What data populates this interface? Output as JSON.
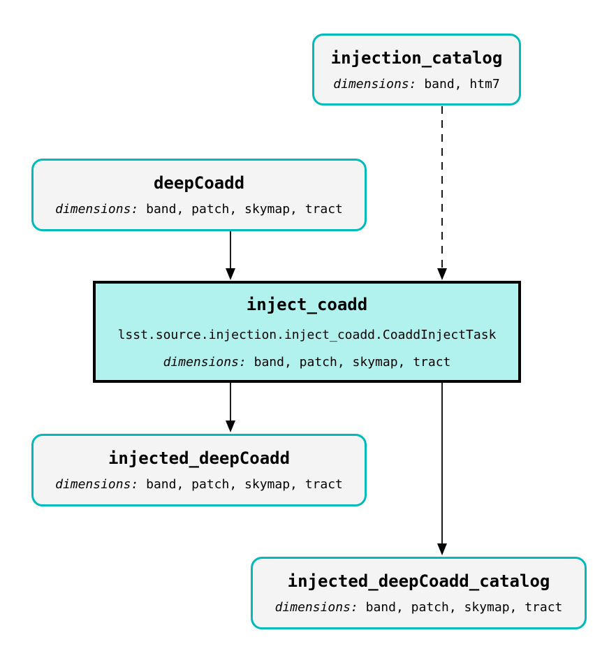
{
  "diagram": {
    "type": "pipeline-task-graph",
    "background": "#FFFFFF",
    "colors": {
      "dataset_border": "#00BABC",
      "dataset_fill": "#F4F4F4",
      "task_border": "#000000",
      "task_fill": "#B1F2EF",
      "edge": "#000000",
      "text": "#000000"
    },
    "nodes": {
      "injection_catalog": {
        "kind": "dataset",
        "title": "injection_catalog",
        "dimensions_label": "dimensions:",
        "dimensions_value": " band, htm7"
      },
      "deepCoadd": {
        "kind": "dataset",
        "title": "deepCoadd",
        "dimensions_label": "dimensions:",
        "dimensions_value": " band, patch, skymap, tract"
      },
      "inject_coadd": {
        "kind": "task",
        "title": "inject_coadd",
        "task_class": "lsst.source.injection.inject_coadd.CoaddInjectTask",
        "dimensions_label": "dimensions:",
        "dimensions_value": " band, patch, skymap, tract"
      },
      "injected_deepCoadd": {
        "kind": "dataset",
        "title": "injected_deepCoadd",
        "dimensions_label": "dimensions:",
        "dimensions_value": " band, patch, skymap, tract"
      },
      "injected_deepCoadd_catalog": {
        "kind": "dataset",
        "title": "injected_deepCoadd_catalog",
        "dimensions_label": "dimensions:",
        "dimensions_value": " band, patch, skymap, tract"
      }
    },
    "edges": [
      {
        "from": "deepCoadd",
        "to": "inject_coadd",
        "style": "solid"
      },
      {
        "from": "injection_catalog",
        "to": "inject_coadd",
        "style": "dashed"
      },
      {
        "from": "inject_coadd",
        "to": "injected_deepCoadd",
        "style": "solid"
      },
      {
        "from": "inject_coadd",
        "to": "injected_deepCoadd_catalog",
        "style": "solid"
      }
    ]
  }
}
